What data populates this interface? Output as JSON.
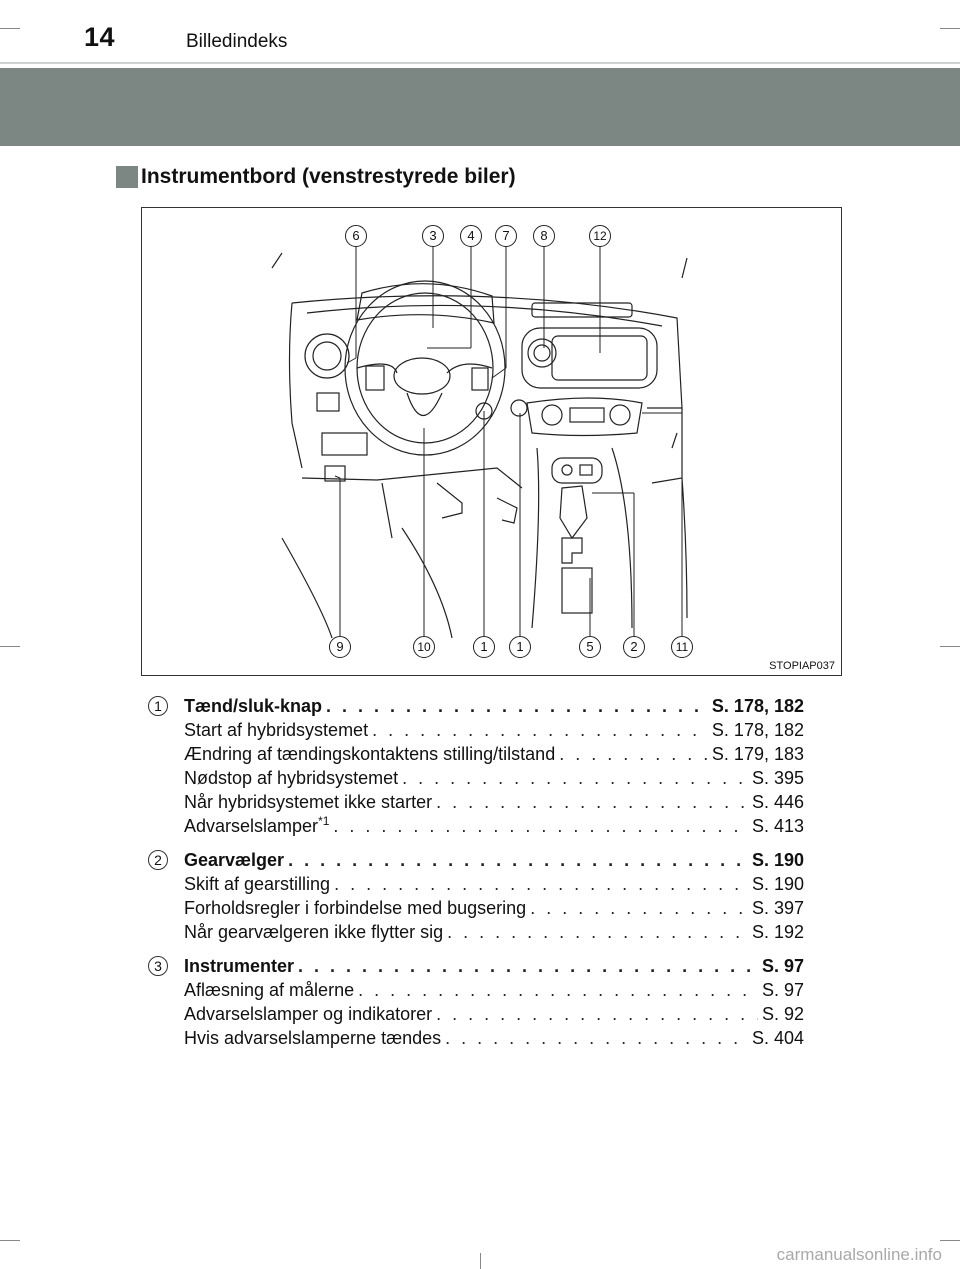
{
  "header": {
    "page_number": "14",
    "running_head": "Billedindeks"
  },
  "section": {
    "title": "Instrumentbord (venstrestyrede biler)"
  },
  "figure": {
    "code": "STOPIAP037",
    "callouts_top": [
      "6",
      "3",
      "4",
      "7",
      "8",
      "12"
    ],
    "callouts_bottom": [
      "9",
      "10",
      "1",
      "1",
      "5",
      "2",
      "11"
    ]
  },
  "entries": [
    {
      "num": "1",
      "title": "Tænd/sluk-knap",
      "page": "S. 178, 182",
      "subs": [
        {
          "label": "Start af hybridsystemet",
          "page": "S. 178, 182"
        },
        {
          "label": "Ændring af tændingskontaktens stilling/tilstand",
          "page": "S. 179, 183"
        },
        {
          "label": "Nødstop af hybridsystemet",
          "page": "S. 395"
        },
        {
          "label": "Når hybridsystemet ikke starter",
          "page": "S. 446"
        },
        {
          "label": "Advarselslamper",
          "sup": "*1",
          "page": "S. 413"
        }
      ]
    },
    {
      "num": "2",
      "title": "Gearvælger",
      "page": "S. 190",
      "subs": [
        {
          "label": "Skift af gearstilling",
          "page": "S. 190"
        },
        {
          "label": "Forholdsregler i forbindelse med bugsering",
          "page": "S. 397"
        },
        {
          "label": "Når gearvælgeren ikke flytter sig",
          "page": "S. 192"
        }
      ]
    },
    {
      "num": "3",
      "title": "Instrumenter",
      "page": "S. 97",
      "subs": [
        {
          "label": "Aflæsning af målerne",
          "page": "S. 97"
        },
        {
          "label": "Advarselslamper og indikatorer",
          "page": "S. 92"
        },
        {
          "label": "Hvis advarselslamperne tændes",
          "page": "S. 404"
        }
      ]
    }
  ],
  "footer": {
    "watermark": "carmanualsonline.info"
  }
}
